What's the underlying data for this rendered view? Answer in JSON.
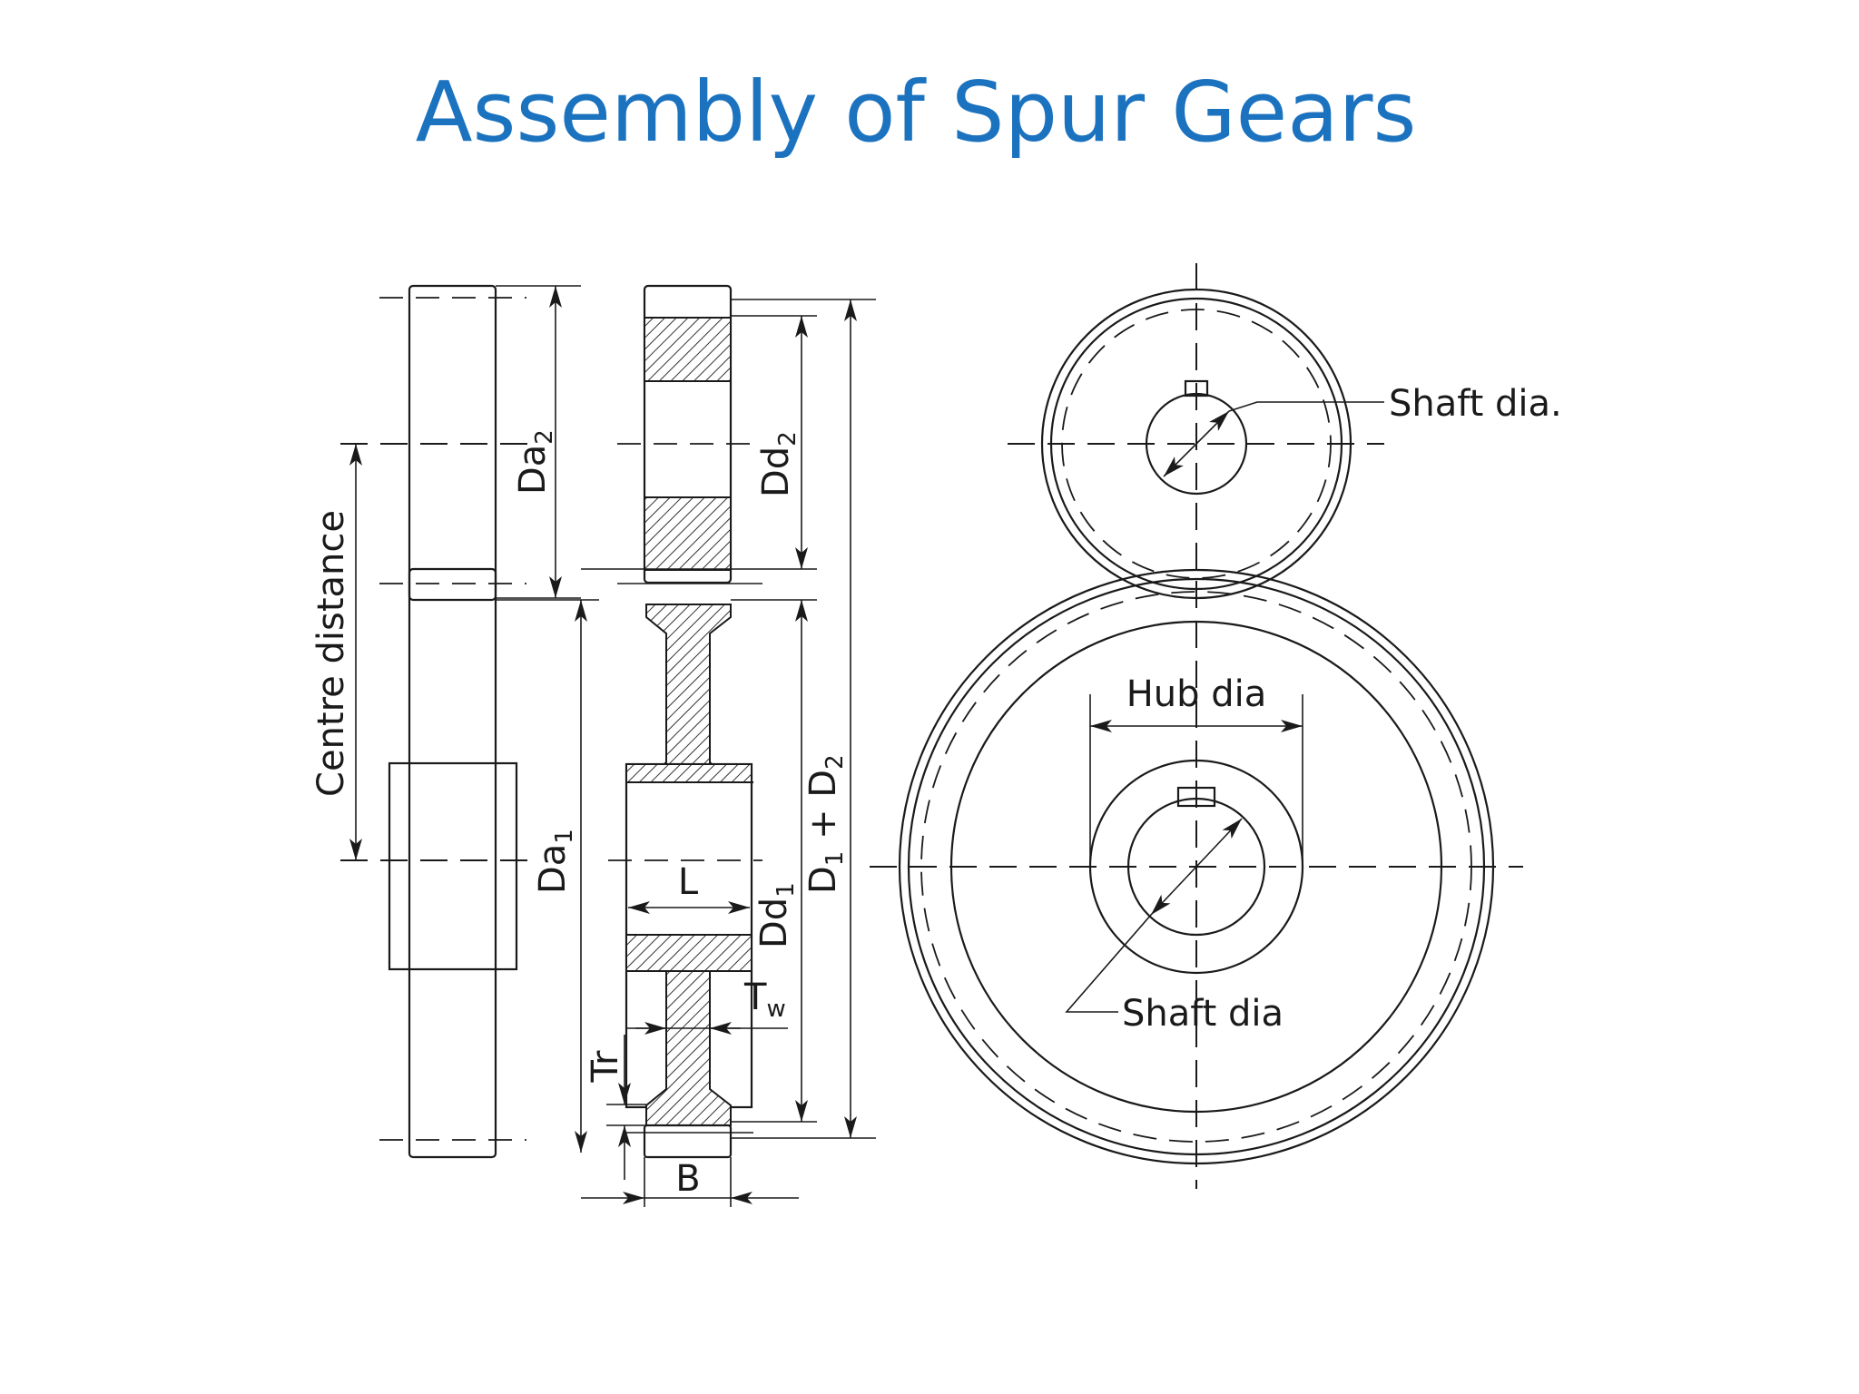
{
  "title": "Assembly of Spur Gears",
  "labels": {
    "centre_distance": "Centre distance",
    "da2": "Da",
    "da2_sub": "2",
    "da1": "Da",
    "da1_sub": "1",
    "dd2": "Dd",
    "dd2_sub": "2",
    "dd1": "Dd",
    "dd1_sub": "1",
    "d1_plus_d2_a": "D",
    "d1_plus_d2_sub1": "1",
    "d1_plus_d2_b": " + D",
    "d1_plus_d2_sub2": "2",
    "l": "L",
    "tw": "T",
    "tw_sub": "w",
    "tr": "Tr",
    "b": "B",
    "shaft_dia_small": "Shaft dia.",
    "hub_dia": "Hub dia",
    "shaft_dia_large": "Shaft dia"
  }
}
